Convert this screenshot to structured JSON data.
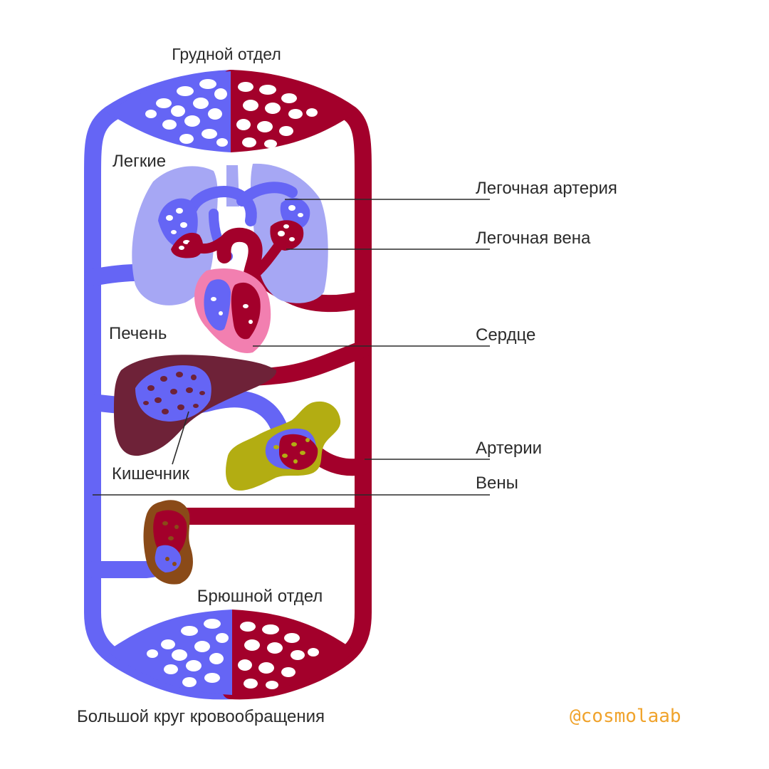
{
  "labels": {
    "thoracic": "Грудной отдел",
    "lungs": "Легкие",
    "pulmonary_artery": "Легочная артерия",
    "pulmonary_vein": "Легочная вена",
    "heart": "Сердце",
    "liver": "Печень",
    "arteries": "Артерии",
    "intestine": "Кишечник",
    "veins": "Вены",
    "abdominal": "Брюшной отдел",
    "title": "Большой круг кровообращения",
    "credit": "@cosmolaab"
  },
  "colors": {
    "vein_blue": "#6565f5",
    "artery_red": "#a3002b",
    "lung_lavender": "#a6a7f4",
    "heart_pink": "#f27fb0",
    "liver_maroon": "#6e2238",
    "intestine_olive": "#b3ad12",
    "kidney_brown": "#8a4a18",
    "credit_orange": "#f0a32c"
  }
}
